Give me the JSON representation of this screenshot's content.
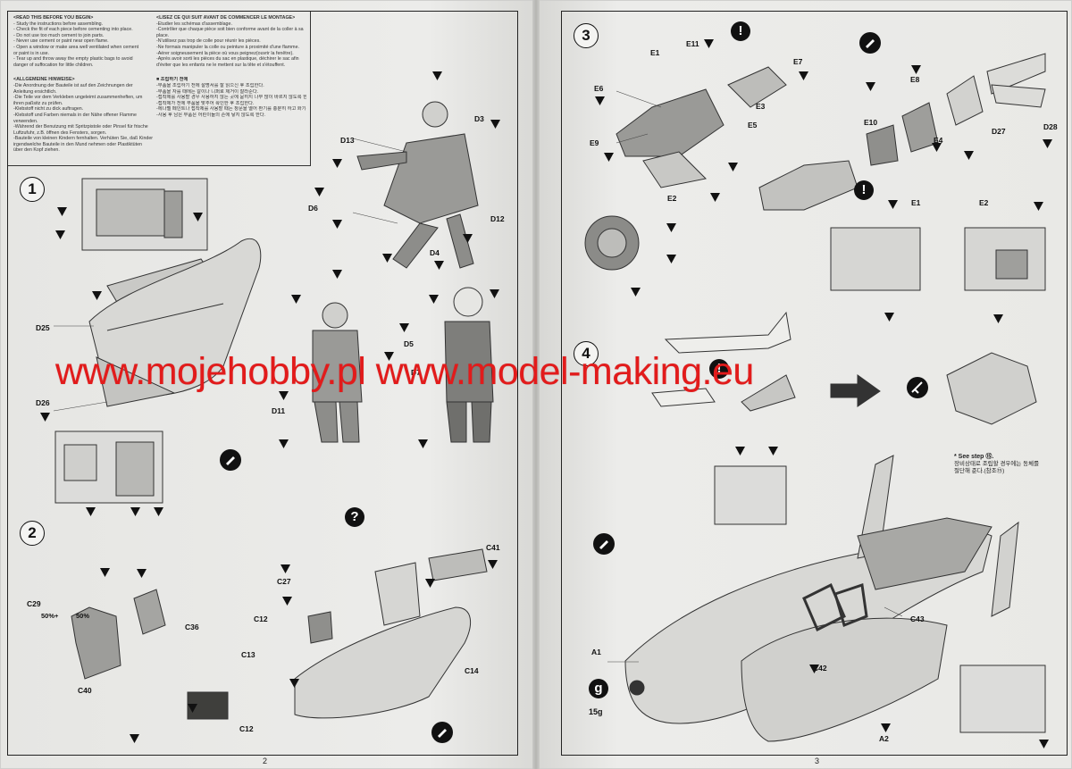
{
  "warnings": {
    "english_head": "<READ THIS BEFORE YOU BEGIN>",
    "english_lines": [
      "- Study the instructions before assembling.",
      "- Check the fit of each piece before cementing into place.",
      "- Do not use too much cement to join parts.",
      "- Never use cement or paint near open flame.",
      "- Open a window or make area well ventilated when cement",
      "  or paint is in use.",
      "- Tear up and throw away the empty plastic bags to avoid",
      "  danger of suffocation for little children."
    ],
    "german_head": "<ALLGEMEINE HINWEISE>",
    "german_lines": [
      "-Die Anordnung der Bauteile ist auf den Zeichnungen der",
      "  Anleitung ersichtlich.",
      "-Die Teile vor dem Verkleben ungeleimt zusammenheften, um",
      "  ihren paßsitz zu prüfen.",
      "-Klebstoff nicht zu dick auftragen.",
      "-Klebstoff und Farben niemals in der Nähe offener Flamme",
      "  verwenden.",
      "-Während der Benutzung mit Spritzpistole oder Pinsel für frische",
      "  Luftzufuhr, z.B. öffnen des Fensters, sorgen.",
      "-Bauteile von kleinen Kindern fernhalten. Verhüten Sie, daß Kinder",
      "  irgendwelche Bauteile in den Mund nehmen oder Plastiktüten",
      "  über den Kopf ziehen."
    ],
    "french_head": "<LISEZ CE QUI SUIT AVANT DE COMMENCER LE MONTAGE>",
    "french_lines": [
      "-Etudier les schémas d'assemblage.",
      "-Contrôler que chaque pièce soit bien conforme avant de la coller à sa",
      "  place.",
      "-N'utilisez pas trop de colle pour réunir les pièces.",
      "-Ne formais manipuler la colle ou peinture à proximité d'une flamme.",
      "-Aérer soigneusement la pièce où vous peignez(ouvrir la fenêtre).",
      "-Après avoir sorti les pièces du sac en plastique, déchirer le sac afin",
      "  d'éviter que les enfants ne le mettent sur la tête et s'étouffent."
    ],
    "korean_head": "■ 조립하기 전에",
    "korean_lines": [
      "-부품을 조립하기 전에 설명서를 잘 읽으신 후 조립한다.",
      "-부품을 자를 때에는 칼이나 니퍼로 제거이 잘라준다.",
      "-접착제를 사용할 경우 사용하지 않는 곳에 묻히지 나무 많이 바르지 않도록 한다.",
      "-접착제가 전에 부품을 맞추어 확인한 후 조립한다.",
      "-에나멜 페인트나 접착제를 사용할 때는 창문을 열어 환기를 충분히 하고 화기를 멀리한다.",
      "-사용 후 남은 부품은 어린이들의 손에 닿지 않도록 한다."
    ]
  },
  "steps": {
    "step1": "1",
    "step2": "2",
    "step3": "3",
    "step4": "4"
  },
  "parts_left": [
    {
      "label": "D25",
      "key": "d25"
    },
    {
      "label": "D26",
      "key": "d26"
    },
    {
      "label": "D3",
      "key": "d3"
    },
    {
      "label": "D13",
      "key": "d13"
    },
    {
      "label": "D6",
      "key": "d6"
    },
    {
      "label": "D12",
      "key": "d12"
    },
    {
      "label": "D4",
      "key": "d4"
    },
    {
      "label": "D5",
      "key": "d5"
    },
    {
      "label": "D7",
      "key": "d7"
    },
    {
      "label": "D11",
      "key": "d11"
    },
    {
      "label": "C29",
      "key": "c29"
    },
    {
      "label": "C36",
      "key": "c36"
    },
    {
      "label": "C40",
      "key": "c40"
    },
    {
      "label": "C12",
      "key": "c12a"
    },
    {
      "label": "C27",
      "key": "c27"
    },
    {
      "label": "C12",
      "key": "c12b"
    },
    {
      "label": "C13",
      "key": "c13"
    },
    {
      "label": "C14",
      "key": "c14"
    },
    {
      "label": "C41",
      "key": "c41"
    }
  ],
  "parts_right": [
    {
      "label": "E11",
      "key": "e11"
    },
    {
      "label": "E1",
      "key": "e1a"
    },
    {
      "label": "E7",
      "key": "e7"
    },
    {
      "label": "E6",
      "key": "e6"
    },
    {
      "label": "E3",
      "key": "e3"
    },
    {
      "label": "E5",
      "key": "e5"
    },
    {
      "label": "E9",
      "key": "e9"
    },
    {
      "label": "E2",
      "key": "e2a"
    },
    {
      "label": "E8",
      "key": "e8"
    },
    {
      "label": "E10",
      "key": "e10"
    },
    {
      "label": "E4",
      "key": "e4"
    },
    {
      "label": "D27",
      "key": "d27"
    },
    {
      "label": "D28",
      "key": "d28"
    },
    {
      "label": "E1",
      "key": "e1b"
    },
    {
      "label": "E2",
      "key": "e2b"
    },
    {
      "label": "C43",
      "key": "c43"
    },
    {
      "label": "C42",
      "key": "c42"
    },
    {
      "label": "A1",
      "key": "a1"
    },
    {
      "label": "A2",
      "key": "a2"
    }
  ],
  "paint_mix": {
    "first": "50%+",
    "second": "50%"
  },
  "weight": {
    "label": "g",
    "value": "15g"
  },
  "see_step_note": {
    "line1": "* See step ⑮.",
    "line2": "장비상태로 조립할 경우에는 동체를",
    "line3": "절단해 준다.(참조⑮)"
  },
  "watermark": "www.mojehobby.pl www.model-making.eu",
  "page_numbers": {
    "left": "2",
    "right": "3"
  },
  "icons": [
    "warning-icon",
    "question-icon",
    "glue-icon",
    "cut-icon",
    "arrow-icon",
    "paint-triangle-icon"
  ],
  "colors": {
    "paper": "#e9e9e7",
    "ink": "#111111",
    "watermark": "#e21b1b"
  }
}
